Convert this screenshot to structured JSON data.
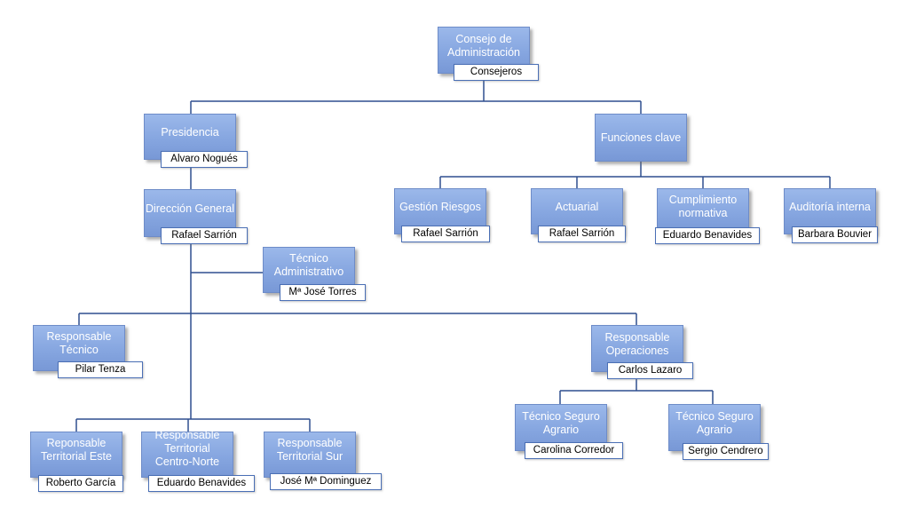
{
  "org_chart": {
    "consejo": {
      "title": "Consejo de\nAdministración",
      "name": "Consejeros"
    },
    "presidencia": {
      "title": "Presidencia",
      "name": "Alvaro Nogués"
    },
    "direccion": {
      "title": "Dirección General",
      "name": "Rafael Sarrión"
    },
    "tecnico_admin": {
      "title": "Técnico\nAdministrativo",
      "name": "Mª José Torres"
    },
    "resp_tecnico": {
      "title": "Responsable\nTécnico",
      "name": "Pilar Tenza"
    },
    "resp_operaciones": {
      "title": "Responsable\nOperaciones",
      "name": "Carlos Lazaro"
    },
    "terr_este": {
      "title": "Reponsable\nTerritorial Este",
      "name": "Roberto García"
    },
    "terr_centro": {
      "title": "Responsable\nTerritorial\nCentro-Norte",
      "name": "Eduardo Benavides"
    },
    "terr_sur": {
      "title": "Responsable\nTerritorial Sur",
      "name": "José Mª Dominguez"
    },
    "seguro_1": {
      "title": "Técnico Seguro\nAgrario",
      "name": "Carolina Corredor"
    },
    "seguro_2": {
      "title": "Técnico Seguro\nAgrario",
      "name": "Sergio Cendrero"
    },
    "funciones": {
      "title": "Funciones clave"
    },
    "gestion": {
      "title": "Gestión Riesgos",
      "name": "Rafael Sarrión"
    },
    "actuarial": {
      "title": "Actuarial",
      "name": "Rafael Sarrión"
    },
    "cumplimiento": {
      "title": "Cumplimiento\nnormativa",
      "name": "Eduardo Benavides"
    },
    "auditoria": {
      "title": "Auditoría interna",
      "name": "Barbara Bouvier"
    }
  },
  "colors": {
    "box": "#86a6e0",
    "line": "#2f4f8f",
    "name_border": "#4a6fb5"
  }
}
